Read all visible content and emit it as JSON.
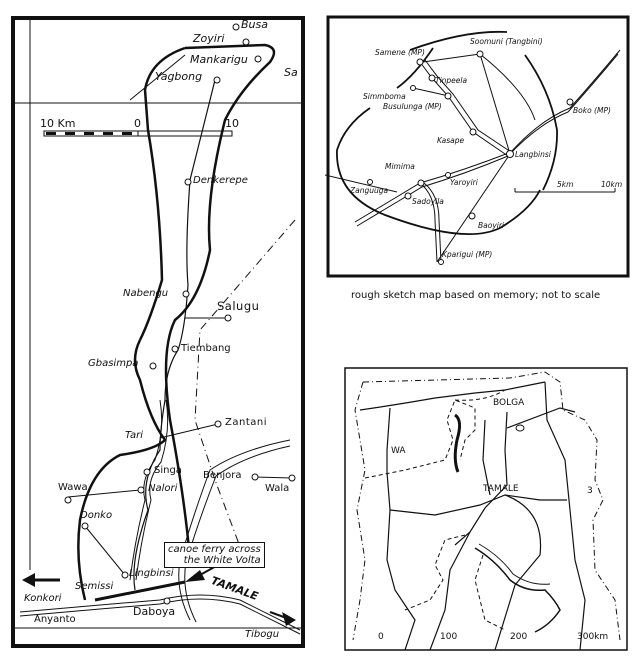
{
  "left_map": {
    "places": {
      "busa": "Busa",
      "zoyiri": "Zoyiri",
      "mankarigu": "Mankarigu",
      "yagbong": "Yagbong",
      "sa": "Sa",
      "denkerepe": "Denkerepe",
      "nabengu": "Nabengu",
      "salugu": "Salugu",
      "tiembang": "Tiembang",
      "gbasimpa": "Gbasimpa",
      "zantani": "Zantani",
      "tari": "Tari",
      "singa": "Singa",
      "nalori": "Nalori",
      "benjora": "Benjora",
      "wala": "Wala",
      "wawa": "Wawa",
      "donko": "Donko",
      "lingbinsi": "Lingbinsi",
      "semissi": "Semissi",
      "konkori": "Konkori",
      "daboya": "Daboya",
      "anyanto": "Anyanto",
      "tibogu": "Tibogu",
      "tamale": "TAMALE"
    },
    "scale": {
      "label": "10 Km",
      "zero": "0",
      "ten": "10"
    },
    "ferry_note": {
      "line1": "canoe ferry across",
      "line2": "the White Volta"
    }
  },
  "sketch_map": {
    "places": {
      "samene": "Samene (MP)",
      "soomuni": "Soomuni (Tangbini)",
      "tinpeela": "Tinpeela",
      "simmboma": "Simmboma",
      "busulunga": "Busulunga (MP)",
      "boko": "Boko (MP)",
      "kasape": "Kasape",
      "langbinsi": "Langbinsi",
      "mimima": "Mimima",
      "yaroyiri": "Yaroyiri",
      "zanguuga": "Zanguuga",
      "sadoyila": "Sadoyila",
      "baoyiri": "Baoyiri",
      "kparigui": "Kparigui (MP)"
    },
    "scale": {
      "mid": "5km",
      "end": "10km"
    },
    "caption": "rough sketch map based on memory; not to scale"
  },
  "ghana_map": {
    "places": {
      "bolga": "BOLGA",
      "wa": "WA",
      "tamale": "TAMALE",
      "three": "3"
    },
    "scale": {
      "t0": "0",
      "t100": "100",
      "t200": "200",
      "t300": "300km"
    }
  }
}
